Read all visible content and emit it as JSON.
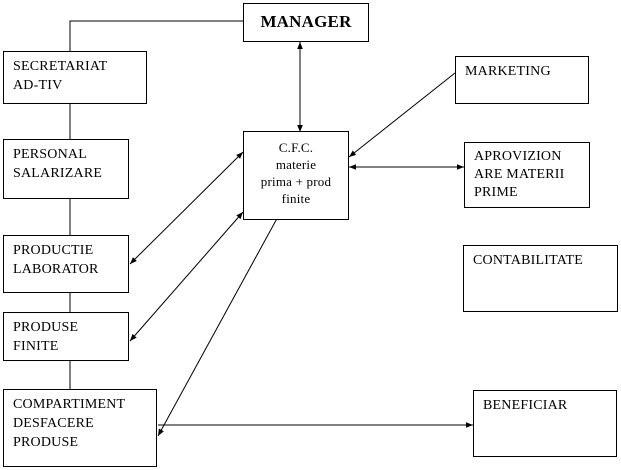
{
  "boxes": {
    "manager": "MANAGER",
    "secretariat": "SECRETARIAT\nAD-TIV",
    "personal": "PERSONAL\nSALARIZARE",
    "productie": "PRODUCTIE\nLABORATOR",
    "produse": "PRODUSE\nFINITE",
    "compartiment": "COMPARTIMENT\nDESFACERE\nPRODUSE",
    "cfc": "C.F.C.\nmaterie\nprima + prod\nfinite",
    "marketing": "MARKETING",
    "aprovizionare": "APROVIZION\nARE MATERII\nPRIME",
    "contabilitate": "CONTABILITATE",
    "beneficiar": "BENEFICIAR"
  }
}
